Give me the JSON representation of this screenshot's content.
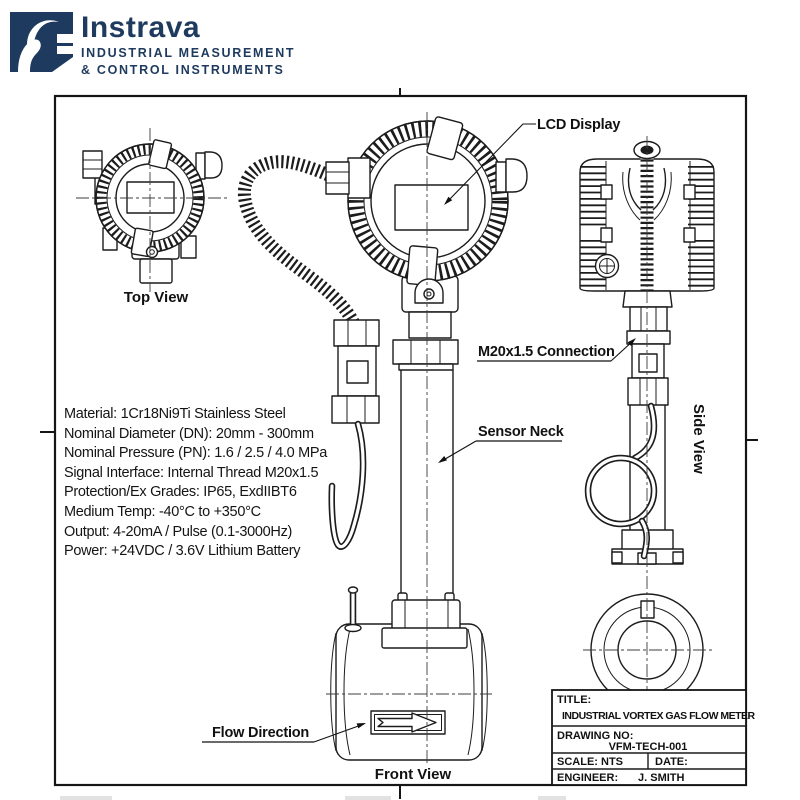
{
  "brand": {
    "name": "Instrava",
    "tagline_line1": "INDUSTRIAL MEASUREMENT",
    "tagline_line2": "& CONTROL INSTRUMENTS",
    "logo_color": "#1e3a5e",
    "logo_icon": "ibex-head-icon"
  },
  "drawing": {
    "line_color": "#1c1c1c",
    "views": {
      "top_view_label": "Top View",
      "front_view_label": "Front View",
      "side_view_label": "Side View"
    },
    "callouts": {
      "lcd_display": "LCD Display",
      "m20_connection": "M20x1.5 Connection",
      "sensor_neck": "Sensor Neck",
      "flow_direction": "Flow Direction"
    },
    "icons": {
      "flow_arrow": "flow-direction-arrow-icon"
    },
    "specs": {
      "lines": [
        "Material: 1Cr18Ni9Ti Stainless Steel",
        "Nominal Diameter (DN): 20mm - 300mm",
        "Nominal Pressure (PN): 1.6 / 2.5 / 4.0 MPa",
        "Signal Interface: Internal Thread M20x1.5",
        "Protection/Ex Grades: IP65, ExdIIBT6",
        "Medium Temp: -40°C to +350°C",
        "Output: 4-20mA / Pulse (0.1-3000Hz)",
        "Power: +24VDC / 3.6V Lithium Battery"
      ]
    },
    "title_block": {
      "title_label": "TITLE:",
      "title_value": "INDUSTRIAL VORTEX GAS FLOW METER",
      "drawing_no_label": "DRAWING NO:",
      "drawing_no_value": "VFM-TECH-001",
      "scale_label": "SCALE:",
      "scale_value": "NTS",
      "date_label": "DATE:",
      "date_value": "",
      "engineer_label": "ENGINEER:",
      "engineer_value": "J. SMITH"
    }
  }
}
